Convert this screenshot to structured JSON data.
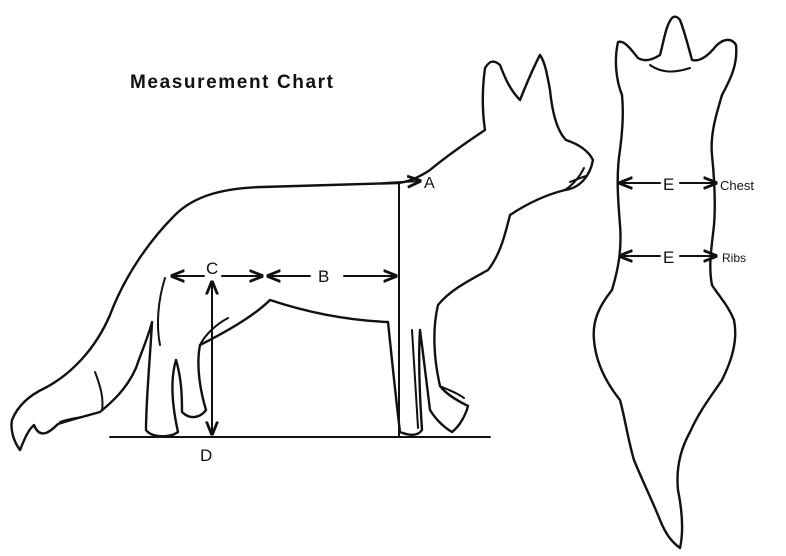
{
  "title": "Measurement Chart",
  "side_view": {
    "labels": {
      "a": "A",
      "b": "B",
      "c": "C",
      "d": "D"
    }
  },
  "top_view": {
    "labels": {
      "chest_letter": "E",
      "chest_word": "Chest",
      "ribs_letter": "E",
      "ribs_word": "Ribs"
    }
  }
}
